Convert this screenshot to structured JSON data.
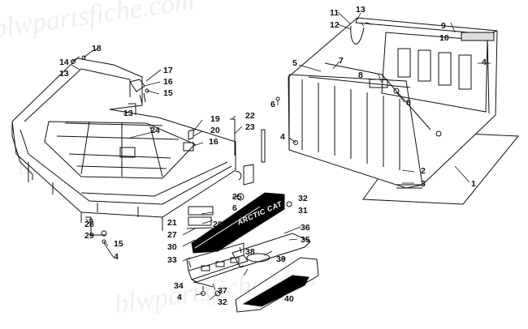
{
  "watermark": "blwpartsfiche.com",
  "decal_text": "ARCTIC CAT",
  "callouts": [
    {
      "id": "c1",
      "text": "1"
    },
    {
      "id": "c2",
      "text": "2"
    },
    {
      "id": "c3",
      "text": "3"
    },
    {
      "id": "c4a",
      "text": "4"
    },
    {
      "id": "c4b",
      "text": "4"
    },
    {
      "id": "c4c",
      "text": "4"
    },
    {
      "id": "c4d",
      "text": "4"
    },
    {
      "id": "c5",
      "text": "5"
    },
    {
      "id": "c6a",
      "text": "6"
    },
    {
      "id": "c6b",
      "text": "6"
    },
    {
      "id": "c7",
      "text": "7"
    },
    {
      "id": "c8a",
      "text": "8"
    },
    {
      "id": "c8b",
      "text": "8"
    },
    {
      "id": "c9",
      "text": "9"
    },
    {
      "id": "c10",
      "text": "10"
    },
    {
      "id": "c11",
      "text": "11"
    },
    {
      "id": "c12",
      "text": "12"
    },
    {
      "id": "c13a",
      "text": "13"
    },
    {
      "id": "c13b",
      "text": "13"
    },
    {
      "id": "c13c",
      "text": "13"
    },
    {
      "id": "c14",
      "text": "14"
    },
    {
      "id": "c15a",
      "text": "15"
    },
    {
      "id": "c15b",
      "text": "15"
    },
    {
      "id": "c16a",
      "text": "16"
    },
    {
      "id": "c16b",
      "text": "16"
    },
    {
      "id": "c17",
      "text": "17"
    },
    {
      "id": "c18",
      "text": "18"
    },
    {
      "id": "c19",
      "text": "19"
    },
    {
      "id": "c20",
      "text": "20"
    },
    {
      "id": "c21",
      "text": "21"
    },
    {
      "id": "c22",
      "text": "22"
    },
    {
      "id": "c23",
      "text": "23"
    },
    {
      "id": "c24",
      "text": "24"
    },
    {
      "id": "c25",
      "text": "25"
    },
    {
      "id": "c26",
      "text": "26"
    },
    {
      "id": "c27",
      "text": "27"
    },
    {
      "id": "c28",
      "text": "28"
    },
    {
      "id": "c29",
      "text": "29"
    },
    {
      "id": "c30",
      "text": "30"
    },
    {
      "id": "c31",
      "text": "31"
    },
    {
      "id": "c32a",
      "text": "32"
    },
    {
      "id": "c32b",
      "text": "32"
    },
    {
      "id": "c33",
      "text": "33"
    },
    {
      "id": "c34",
      "text": "34"
    },
    {
      "id": "c35",
      "text": "35"
    },
    {
      "id": "c36",
      "text": "36"
    },
    {
      "id": "c37",
      "text": "37"
    },
    {
      "id": "c38",
      "text": "38"
    },
    {
      "id": "c39",
      "text": "39"
    },
    {
      "id": "c40",
      "text": "40"
    }
  ]
}
